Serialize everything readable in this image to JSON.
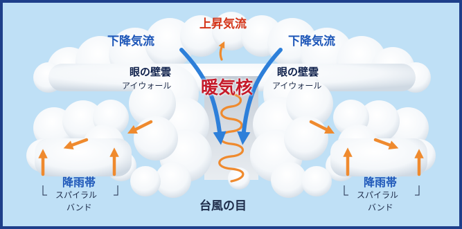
{
  "labels": {
    "updraft": "上昇気流",
    "downdraft_left": "下降気流",
    "downdraft_right": "下降気流",
    "eyewall_left": "眼の壁雲",
    "eyewall_left_sub": "アイウォール",
    "eyewall_right": "眼の壁雲",
    "eyewall_right_sub": "アイウォール",
    "warm_core": "暖気核",
    "rainband_left": "降雨帯",
    "rainband_left_sub1": "スパイラル",
    "rainband_left_sub2": "バンド",
    "rainband_right": "降雨帯",
    "rainband_right_sub1": "スパイラル",
    "rainband_right_sub2": "バンド",
    "eye": "台風の目"
  },
  "colors": {
    "frame": "#1e3f8a",
    "sky": "#bfe0f6",
    "cloud": "#ffffff",
    "downdraft_arrow": "#2d7fd9",
    "updraft_arrow": "#ef8a2e",
    "warm_core_text": "#c51a2a",
    "downdraft_text": "#1d56b8",
    "updraft_text": "#d43418"
  },
  "icons": [
    "downdraft-arrow-icon",
    "updraft-spiral-icon",
    "inflow-arrow-icon",
    "rain-updraft-arrow-icon"
  ]
}
